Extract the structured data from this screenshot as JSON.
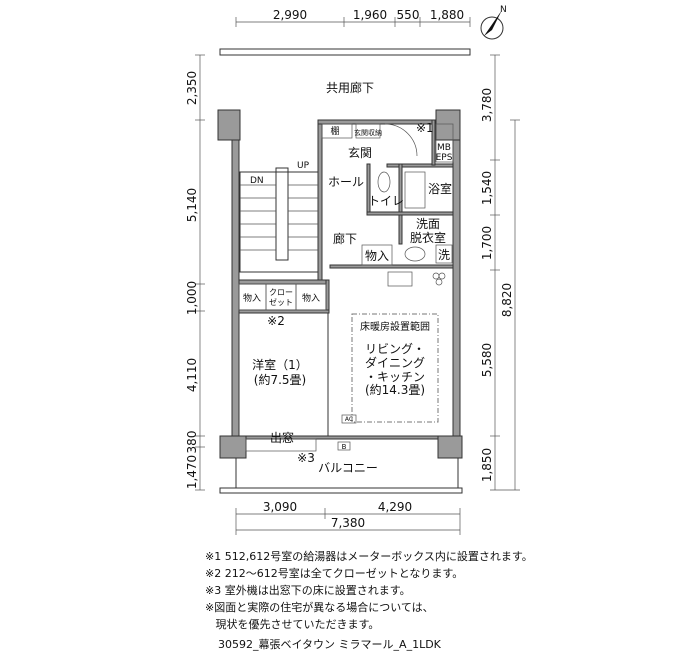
{
  "dimensions": {
    "top": [
      "2,990",
      "1,960",
      "550",
      "1,880"
    ],
    "left": [
      "2,350",
      "5,140",
      "1,000",
      "4,110",
      "380",
      "1,470"
    ],
    "right_inner": [
      "3,780",
      "1,540",
      "1,700",
      "5,580",
      "1,850"
    ],
    "right_outer": [
      "8,820"
    ],
    "bottom": [
      "3,090",
      "4,290"
    ],
    "bottom_total": "7,380"
  },
  "rooms": {
    "corridor": "共用廊下",
    "shelf": "棚",
    "entry_storage": "玄関収納",
    "entrance": "玄関",
    "note1_mark": "※1",
    "mb": "MB",
    "eps": "EPS",
    "hall": "ホール",
    "toilet": "トイレ",
    "bath": "浴室",
    "washroom_1": "洗面",
    "washroom_2": "脱衣室",
    "hallway": "廊下",
    "storage": "物入",
    "washer": "洗",
    "storage_left": "物入",
    "closet_1": "クロー",
    "closet_2": "ゼット",
    "storage_mid": "物入",
    "note2_mark": "※2",
    "floor_heating": "床暖房設置範囲",
    "ldk_1": "リビング・",
    "ldk_2": "ダイニング",
    "ldk_3": "・キッチン",
    "ldk_size": "(約14.3畳)",
    "western_room": "洋室（1）",
    "western_size": "(約7.5畳)",
    "bay_window": "出窓",
    "note3_mark": "※3",
    "balcony": "バルコニー",
    "dn": "DN",
    "up": "UP",
    "ac": "AC",
    "b": "B"
  },
  "compass": "N",
  "notes": [
    "※1 512,612号室の給湯器はメーターボックス内に設置されます。",
    "※2 212～612号室は全てクローゼットとなります。",
    "※3 室外機は出窓下の床に設置されます。",
    "※図面と実際の住宅が異なる場合については、",
    "   現状を優先させていただきます。"
  ],
  "plan_title": "30592_幕張ベイタウン ミラマール_A_1LDK"
}
